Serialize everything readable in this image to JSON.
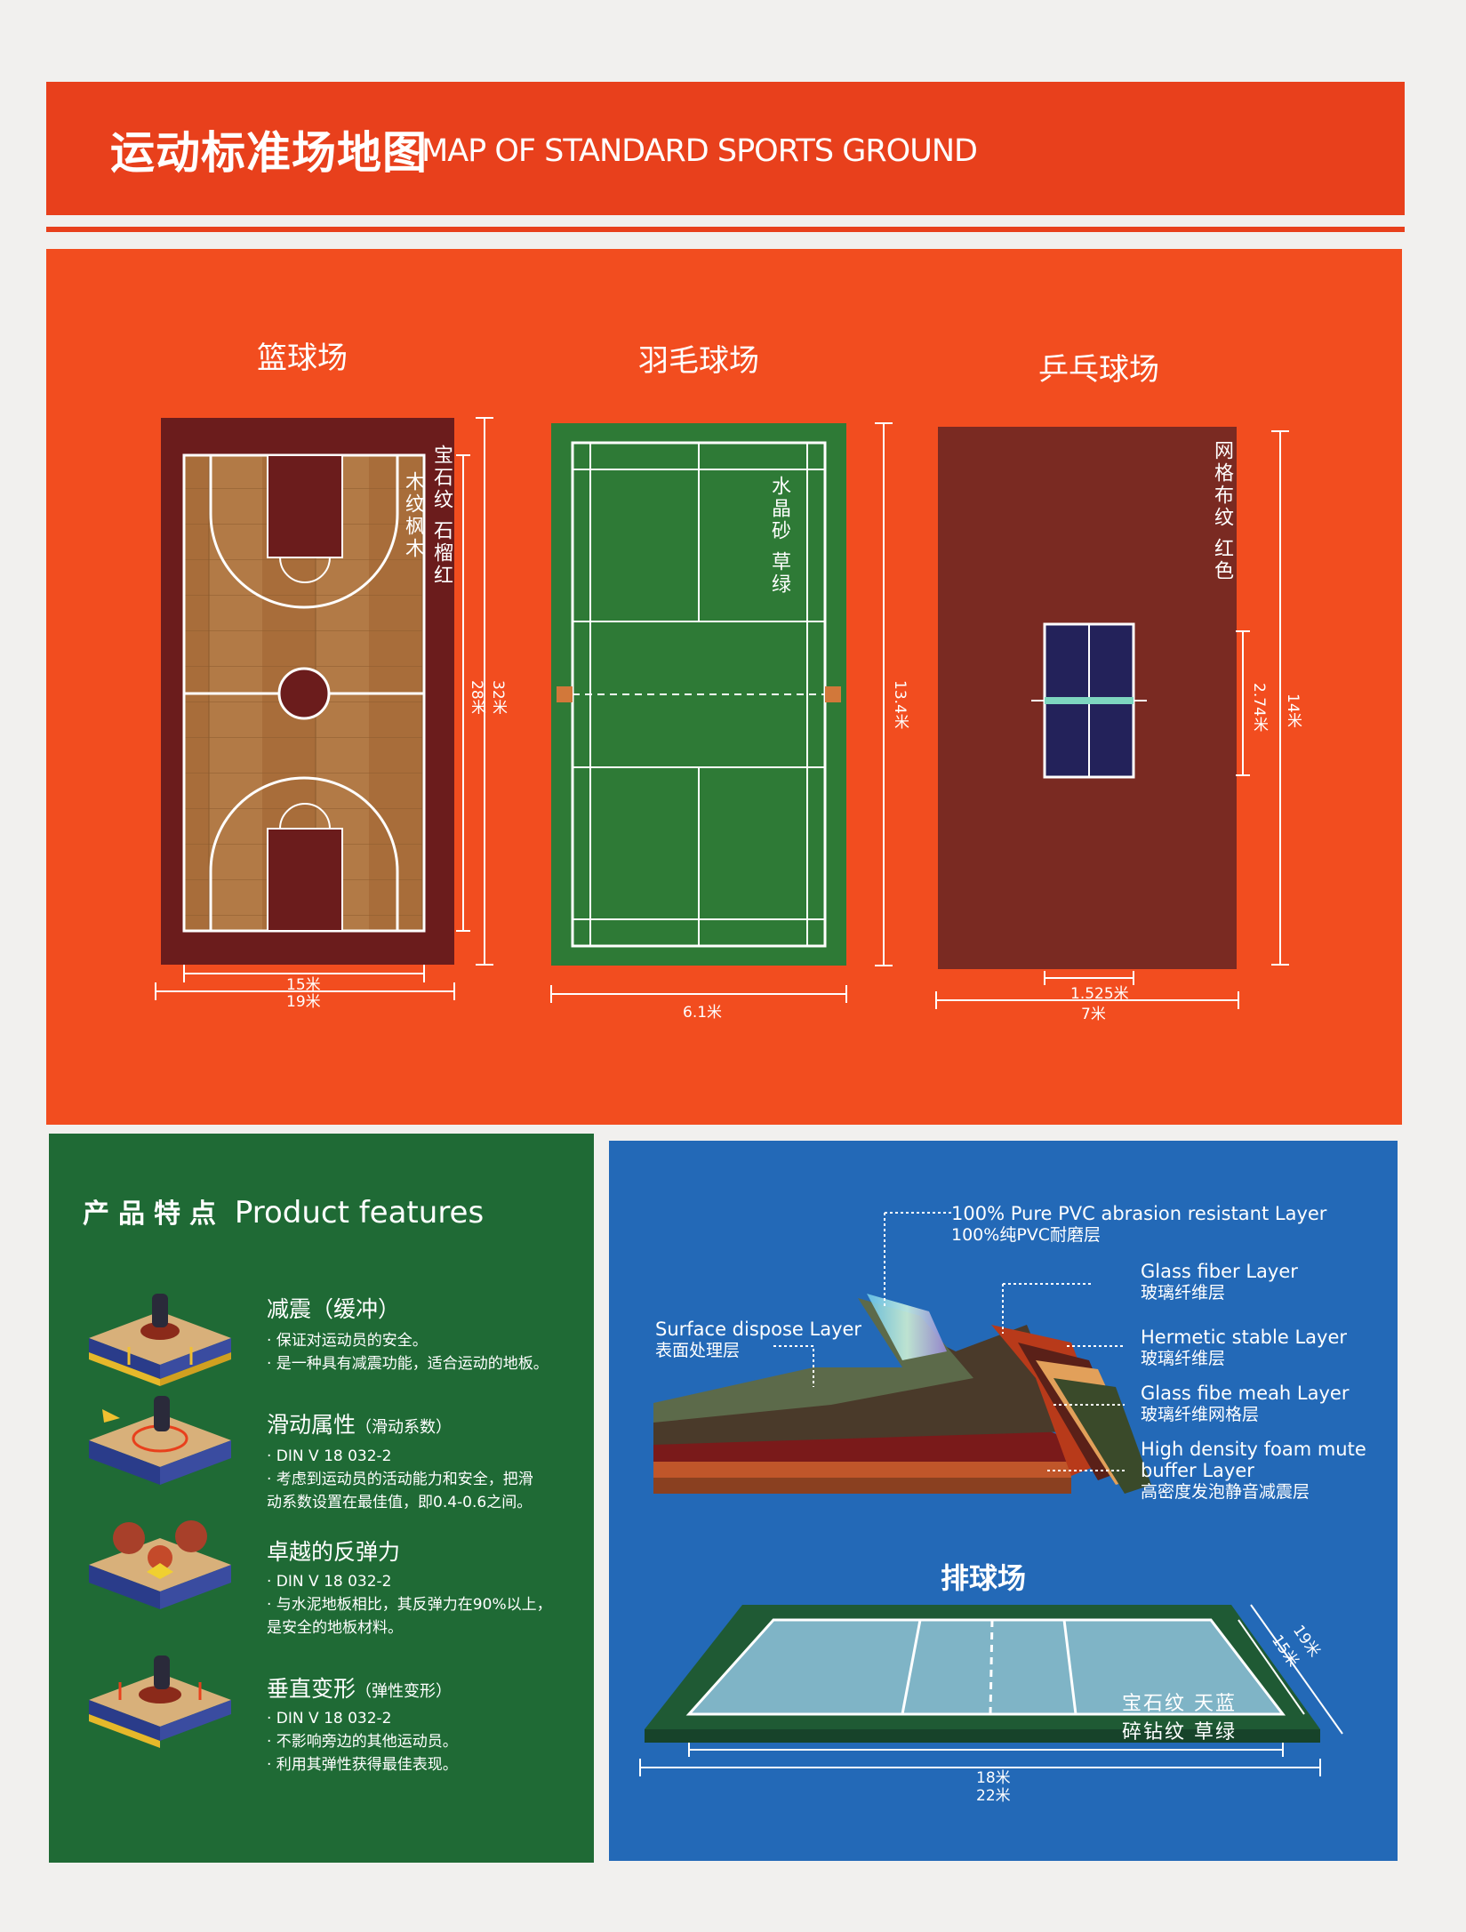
{
  "header": {
    "title_cn": "运动标准场地图",
    "title_en": "MAP OF STANDARD SPORTS GROUND"
  },
  "courts": {
    "basketball": {
      "title": "篮球场",
      "material": "宝石纹  石榴红",
      "material2": "木纹枫木",
      "length_outer": "32米",
      "length_inner": "28米",
      "width_inner": "15米",
      "width_outer": "19米"
    },
    "badminton": {
      "title": "羽毛球场",
      "material": "水晶砂  草绿",
      "length": "13.4米",
      "width": "6.1米"
    },
    "pingpong": {
      "title": "乒乓球场",
      "material": "网格布纹  红色",
      "length_outer": "14米",
      "length_inner": "2.74米",
      "width_inner": "1.525米",
      "width_outer": "7米"
    }
  },
  "features": {
    "heading_cn": "产品特点",
    "heading_en": "Product features",
    "items": [
      {
        "title": "减震（缓冲）",
        "sub": "",
        "lines": [
          "· 保证对运动员的安全。",
          "· 是一种具有减震功能，适合运动的地板。"
        ]
      },
      {
        "title": "滑动属性",
        "sub": "（滑动系数）",
        "lines": [
          "· DIN V 18 032-2",
          "· 考虑到运动员的活动能力和安全，把滑",
          "  动系数设置在最佳值，即0.4-0.6之间。"
        ]
      },
      {
        "title": "卓越的反弹力",
        "sub": "",
        "lines": [
          "· DIN V 18 032-2",
          "· 与水泥地板相比，其反弹力在90%以上，",
          "  是安全的地板材料。"
        ]
      },
      {
        "title": "垂直变形",
        "sub": "（弹性变形）",
        "lines": [
          "· DIN V 18 032-2",
          "· 不影响旁边的其他运动员。",
          "· 利用其弹性获得最佳表现。"
        ]
      }
    ]
  },
  "layers": {
    "pvc": {
      "en": "100% Pure PVC abrasion  resistant Layer",
      "cn": "100%纯PVC耐磨层"
    },
    "glass_fiber": {
      "en": "Glass fiber Layer",
      "cn": "玻璃纤维层"
    },
    "hermetic": {
      "en": "Hermetic stable Layer",
      "cn": "玻璃纤维层"
    },
    "mesh": {
      "en": "Glass fibe meah Layer",
      "cn": "玻璃纤维网格层"
    },
    "foam": {
      "en1": "High density foam mute",
      "en2": "buffer Layer",
      "cn": "高密度发泡静音减震层"
    },
    "surface": {
      "en": "Surface dispose Layer",
      "cn": "表面处理层"
    }
  },
  "volleyball": {
    "title": "排球场",
    "material1": "宝石纹  天蓝",
    "material2": "碎钻纹  草绿",
    "width_inner": "18米",
    "width_outer": "22米",
    "depth_inner": "15米",
    "depth_outer": "19米"
  },
  "colors": {
    "header": "#e8401c",
    "panel_orange": "#f24d1f",
    "panel_green": "#1f6a35",
    "panel_blue": "#2369b7",
    "court_brown": "#6b1c1c",
    "wood": "#b27a46",
    "badminton_green": "#2e7a36",
    "pingpong_red": "#7a2a22",
    "table_navy": "#23225a",
    "volley_blue": "#7fb4c6",
    "volley_green": "#1f5a34"
  }
}
